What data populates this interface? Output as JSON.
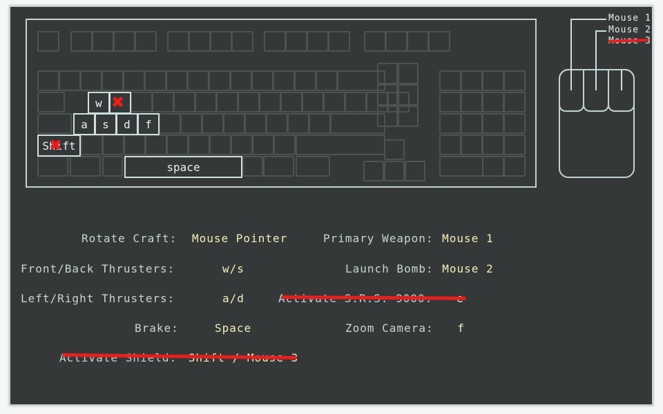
{
  "keyboard": {
    "keys": {
      "w": "w",
      "a": "a",
      "s": "s",
      "d": "d",
      "f": "f",
      "shift": "Shift",
      "space": "space"
    },
    "disabled_keys": [
      "e",
      "shift"
    ]
  },
  "mouse": {
    "buttons": [
      "Mouse 1",
      "Mouse 2",
      "Mouse 3"
    ],
    "disabled_buttons": [
      "Mouse 3"
    ]
  },
  "controls": {
    "rotate_craft": {
      "label": "Rotate Craft:",
      "value": "Mouse Pointer"
    },
    "front_back": {
      "label": "Front/Back Thrusters:",
      "value": "w/s"
    },
    "left_right": {
      "label": "Left/Right Thrusters:",
      "value": "a/d"
    },
    "brake": {
      "label": "Brake:",
      "value": "Space"
    },
    "activate_shield": {
      "label": "Activate Shield:",
      "value": "Shift / Mouse 3",
      "struck_out": true
    },
    "primary_weapon": {
      "label": "Primary Weapon:",
      "value": "Mouse 1"
    },
    "launch_bomb": {
      "label": "Launch Bomb:",
      "value": "Mouse 2"
    },
    "activate_srs": {
      "label": "Activate S.R.S. 9000:",
      "value": "e",
      "struck_out": true
    },
    "zoom_camera": {
      "label": "Zoom Camera:",
      "value": "f"
    }
  },
  "colors": {
    "background": "#353839",
    "outline": "#cfe0df",
    "value": "#f3efb9",
    "strike": "#ea1e1e"
  }
}
